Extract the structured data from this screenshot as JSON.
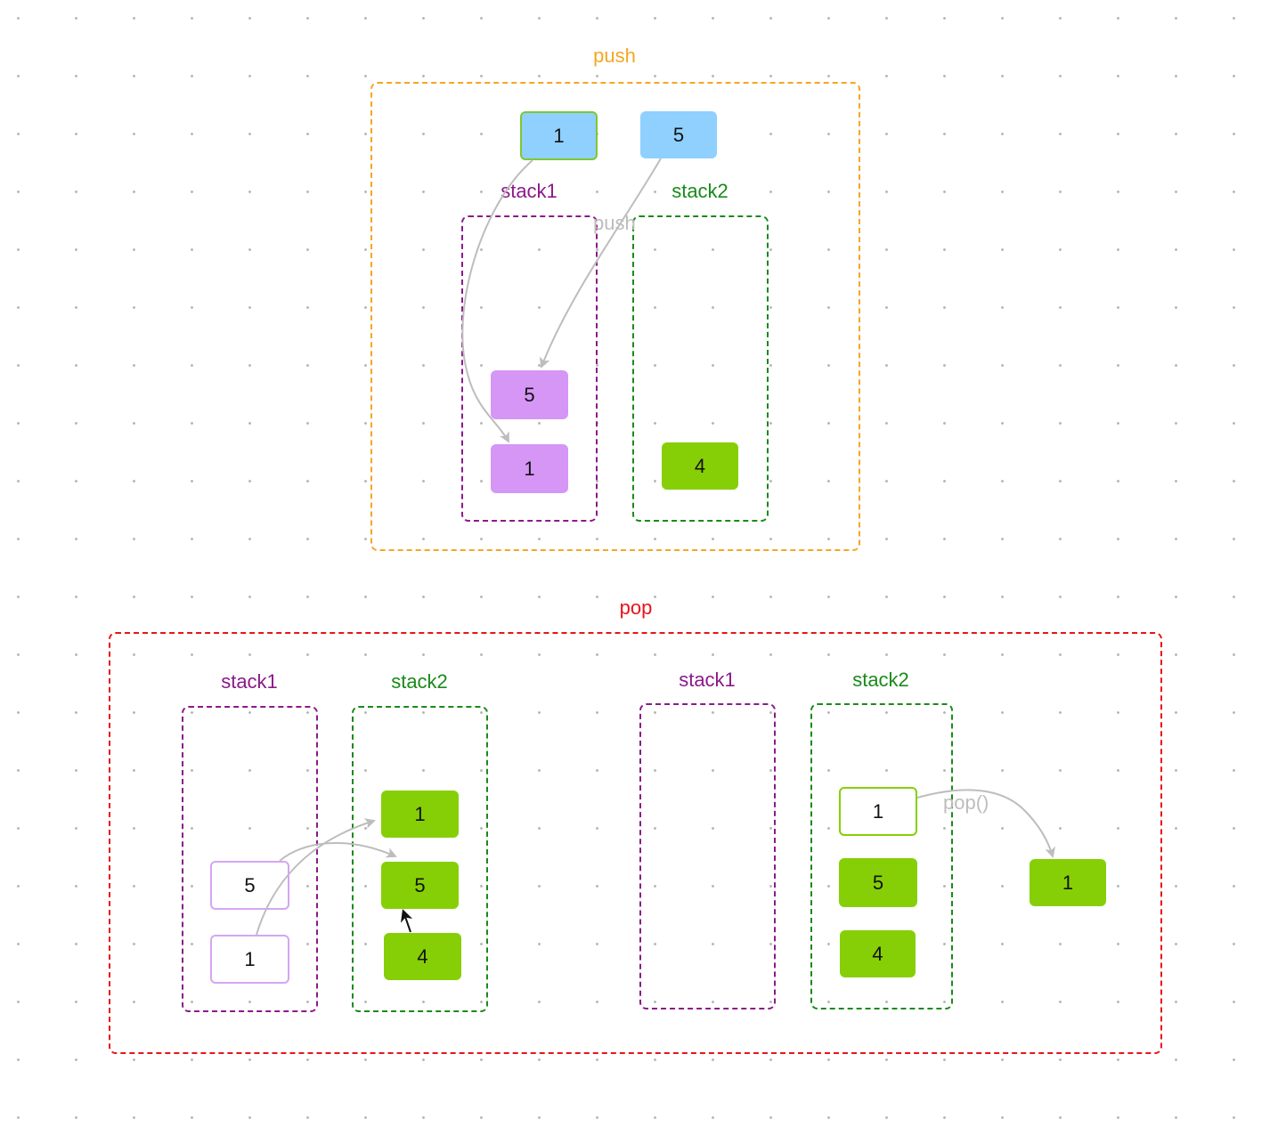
{
  "push": {
    "title": "push",
    "incoming": [
      "1",
      "5"
    ],
    "stack1": {
      "label": "stack1",
      "items": [
        "5",
        "1"
      ]
    },
    "stack2": {
      "label": "stack2",
      "items": [
        "4"
      ]
    },
    "edge_label": "push"
  },
  "pop": {
    "title": "pop",
    "before": {
      "stack1": {
        "label": "stack1",
        "items": [
          "5",
          "1"
        ]
      },
      "stack2": {
        "label": "stack2",
        "items": [
          "1",
          "5",
          "4"
        ]
      }
    },
    "after": {
      "stack1": {
        "label": "stack1",
        "items": []
      },
      "stack2": {
        "label": "stack2",
        "items": [
          "1",
          "5",
          "4"
        ]
      },
      "edge_label": "pop()",
      "result": "1"
    }
  },
  "colors": {
    "push_frame": "#f5a623",
    "pop_frame": "#e8141b",
    "stack1": "#8b1a89",
    "stack2": "#1a8a1a",
    "node_blue": "#8fd0ff",
    "node_purple": "#d596f5",
    "node_green": "#86cf06",
    "edge": "#bdbdbd"
  }
}
